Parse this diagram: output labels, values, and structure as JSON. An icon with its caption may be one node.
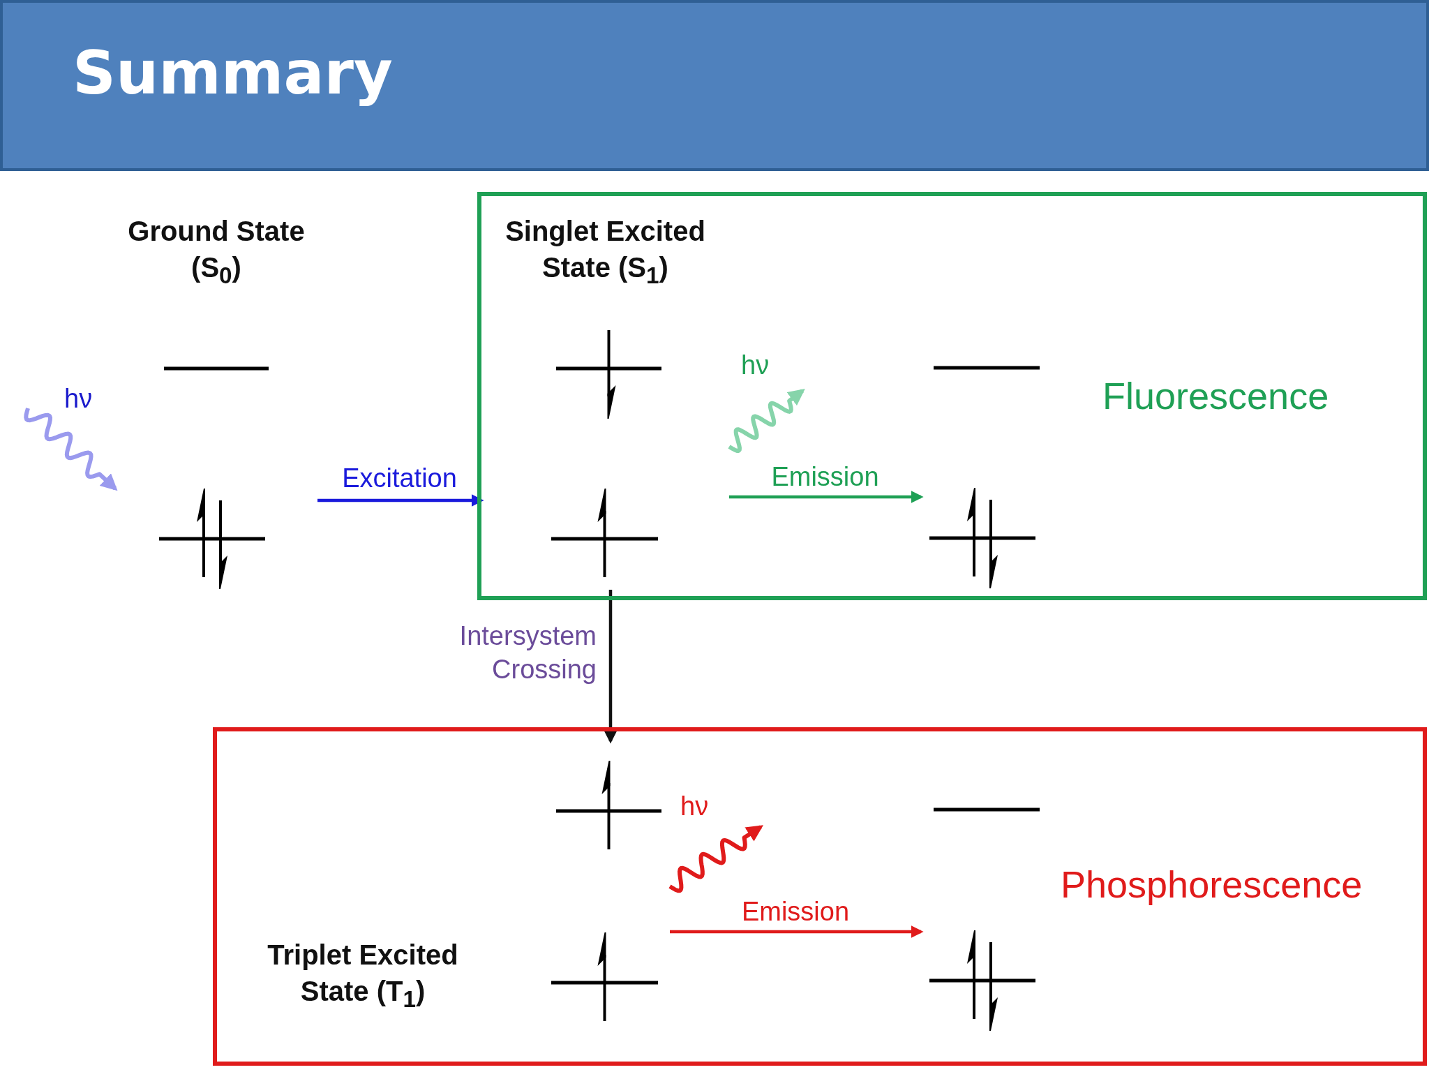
{
  "diagram": {
    "title": "Summary",
    "nodes": [
      {
        "text": [
          "Ground State (S$_{0}$)"
        ]
      },
      {
        "text": [
          "Fluorescence"
        ]
      },
      {
        "text": [
          "Singlet Excited State (S$_{1}$)"
        ],
        "in": 1
      },
      {
        "text": [],
        "shape": "picture",
        "in": 1
      },
      {
        "text": [
          "Phosphorescence"
        ]
      },
      {
        "text": [
          "Triplet Excited State (T$_{1}$)"
        ],
        "in": 4
      },
      {
        "text": [],
        "shape": "picture",
        "in": 4
      }
    ],
    "edges": [
      {
        "from": null,
        "to": 0,
        "arrow": "to",
        "label": "hν",
        "color": "#9a9aee"
      },
      {
        "from": 0,
        "to": 2,
        "arrow": "to",
        "label": "Excitation",
        "color": "#1a1adc"
      },
      {
        "from": 2,
        "to": 3,
        "arrow": "to",
        "label": "Emission",
        "color": "#1fa055"
      },
      {
        "from": 2,
        "to": null,
        "arrow": "to",
        "label": "hν",
        "color": "#86d4aa"
      },
      {
        "from": 2,
        "to": 5,
        "arrow": "to",
        "label": "Intersystem Crossing",
        "color": "#111111"
      },
      {
        "from": 5,
        "to": 6,
        "arrow": "to",
        "label": "Emission",
        "color": "#e01b1b"
      },
      {
        "from": 5,
        "to": null,
        "arrow": "to",
        "label": "hν",
        "color": "#e01b1b"
      }
    ]
  }
}
